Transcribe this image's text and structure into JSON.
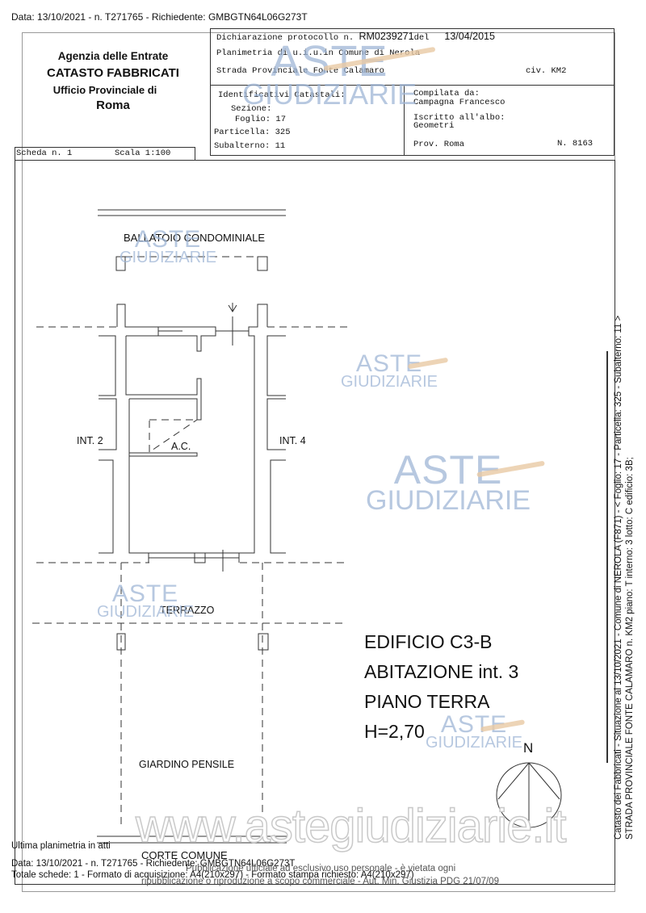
{
  "header_line": "Data: 13/10/2021 - n. T271765 - Richiedente: GMBGTN64L06G273T",
  "agency": {
    "line1": "Agenzia delle Entrate",
    "line2": "CATASTO FABBRICATI",
    "line3": "Ufficio Provinciale di",
    "line4": "Roma"
  },
  "declaration": {
    "protocol_label": "Dichiarazione protocollo n.",
    "protocol_number": "RM0239271",
    "date_label": "del",
    "date": "13/04/2015",
    "planimetria": "Planimetria di u.i.u.in Comune di Nerola",
    "address": "Strada Provinciale Fonte Calamaro",
    "civic": "civ. KM2"
  },
  "identifiers": {
    "title": "Identificativi Catastali:",
    "sezione": "Sezione:",
    "foglio": "Foglio: 17",
    "particella": "Particella: 325",
    "subalterno": "Subalterno: 11"
  },
  "compiler": {
    "label": "Compilata da:",
    "name": "Campagna Francesco",
    "albo_label": "Iscritto all'albo:",
    "albo": "Geometri",
    "prov": "Prov. Roma",
    "number": "N. 8163"
  },
  "sheet": {
    "scheda": "Scheda n. 1",
    "scala": "Scala 1:100"
  },
  "plan_labels": {
    "ballatoio": "BALLATOIO CONDOMINIALE",
    "int2": "INT. 2",
    "int4": "INT. 4",
    "ac": "A.C.",
    "terrazzo": "TERRAZZO",
    "giardino": "GIARDINO PENSILE",
    "corte": "CORTE COMUNE"
  },
  "building": {
    "edificio": "EDIFICIO C3-B",
    "abitazione": "ABITAZIONE int. 3",
    "piano": "PIANO TERRA",
    "altezza": "H=2,70",
    "north": "N"
  },
  "side_text": {
    "line1": "Catasto dei Fabbricati - Situazione al 13/10/2021 - Comune di NEROLA (F871) - < Foglio: 17 - Particella: 325 - Subalterno: 11 >",
    "line2": "STRADA PROVINCIALE FONTE CALAMARO n. KM2 piano: T interno: 3 lotto: C edificio: 3B;"
  },
  "footer": {
    "ultima": "Ultima planimetria in atti",
    "data_line": "Data: 13/10/2021 - n. T271765 - Richiedente: GMBGTN64L06G273T",
    "totale": "Totale schede: 1 - Formato di acquisizione: A4(210x297) - Formato stampa richiesto: A4(210x297)",
    "notice1": "Pubblicazione ufficiale ad esclusivo uso personale - è vietata ogni",
    "notice2": "ripubblicazione o riproduzione a scopo commerciale - Aut. Min. Giustizia PDG 21/07/09"
  },
  "watermark": {
    "aste": "ASTE",
    "giudiziarie": "GIUDIZIARIE",
    "url": "www.astegiudiziarie.it"
  }
}
